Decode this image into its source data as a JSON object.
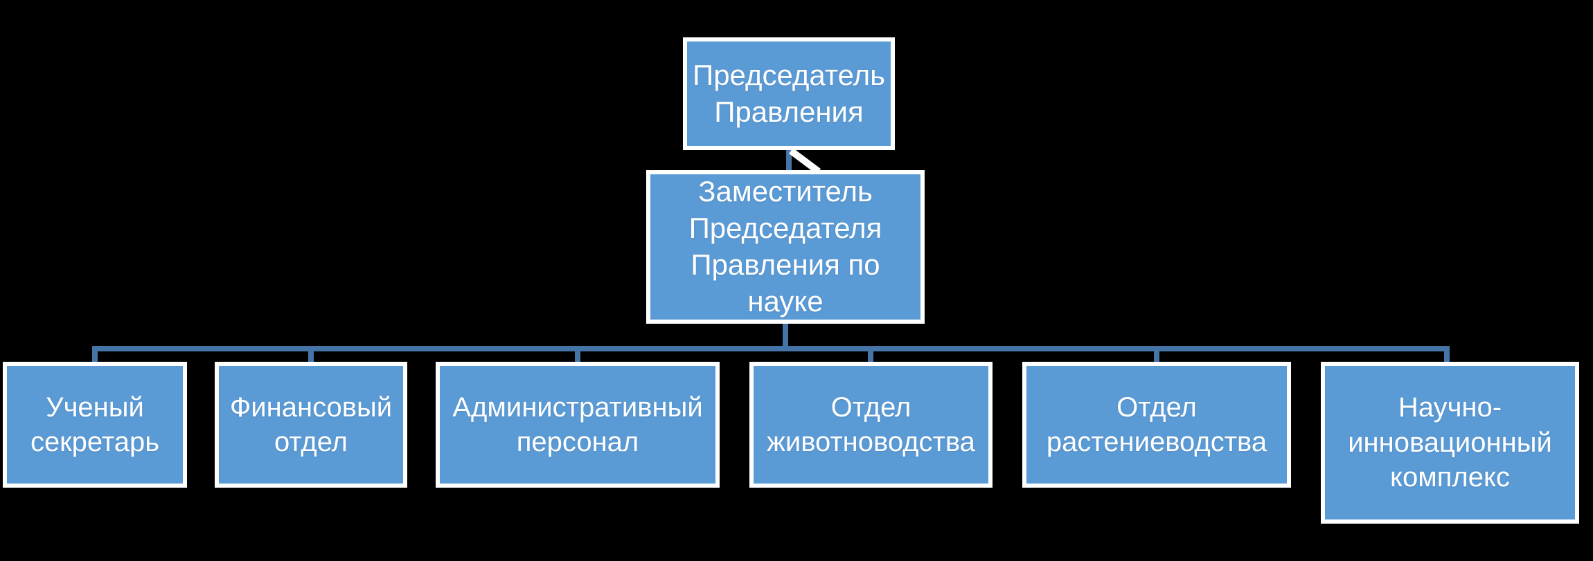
{
  "diagram": {
    "type": "org-chart",
    "background_color": "#000000",
    "node_fill_color": "#5B9BD5",
    "node_border_color": "#FFFFFF",
    "connector_color": "#4475A6",
    "text_color": "#FFFFFF",
    "root": {
      "label": "Председатель Правления"
    },
    "deputy": {
      "label": "Заместитель Председателя Правления по науке"
    },
    "departments": [
      {
        "label": "Ученый секретарь"
      },
      {
        "label": "Финансовый отдел"
      },
      {
        "label": "Административный персонал"
      },
      {
        "label": "Отдел животноводства"
      },
      {
        "label": "Отдел растениеводства"
      },
      {
        "label": "Научно-инновационный комплекс"
      }
    ]
  }
}
